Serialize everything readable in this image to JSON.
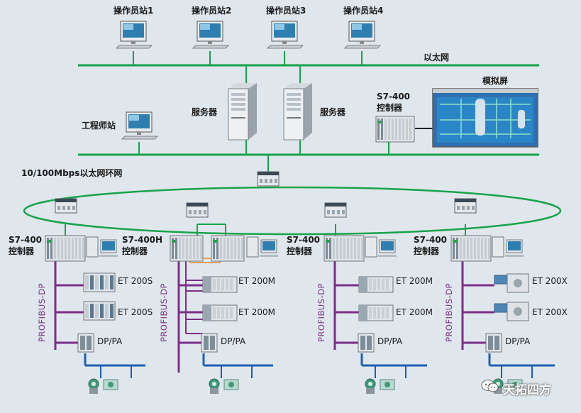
{
  "colors": {
    "background": "#dfe6ec",
    "ethernet": "#17a34a",
    "profibus": "#7b2f86",
    "field_bus": "#1f5fb0",
    "sync_link": "#e08a2a"
  },
  "operator_stations": [
    {
      "label": "操作员站1"
    },
    {
      "label": "操作员站2"
    },
    {
      "label": "操作员站3"
    },
    {
      "label": "操作员站4"
    }
  ],
  "top_network_label": "以太网",
  "engineer_station_label": "工程师站",
  "servers": [
    {
      "label": "服务器"
    },
    {
      "label": "服务器"
    }
  ],
  "top_controller": {
    "model": "S7-400",
    "label": "控制器"
  },
  "mimic_screen_label": "模拟屏",
  "ring_label": "10/100Mbps以太网环网",
  "columns": [
    {
      "model": "S7-400",
      "label": "控制器",
      "bus": "PROFIBUS-DP",
      "io": [
        "ET 200S",
        "ET 200S"
      ],
      "coupler": "DP/PA"
    },
    {
      "model": "S7-400H",
      "label": "控制器",
      "bus": "PROFIBUS-DP",
      "io": [
        "ET 200M",
        "ET 200M"
      ],
      "coupler": "DP/PA"
    },
    {
      "model": "S7-400",
      "label": "控制器",
      "bus": "PROFIBUS-DP",
      "io": [
        "ET 200M",
        "ET 200M"
      ],
      "coupler": "DP/PA"
    },
    {
      "model": "S7-400",
      "label": "控制器",
      "bus": "PROFIBUS-DP",
      "io": [
        "ET 200X",
        "ET 200X"
      ],
      "coupler": "DP/PA"
    }
  ],
  "watermark": "天拓四方",
  "icons": {
    "pc": "monitor-keyboard-icon",
    "server": "server-tower-icon",
    "plc": "plc-rack-icon",
    "switch": "network-switch-icon",
    "io": "io-module-icon",
    "transmitter": "field-transmitter-icon",
    "wechat": "wechat-icon"
  }
}
